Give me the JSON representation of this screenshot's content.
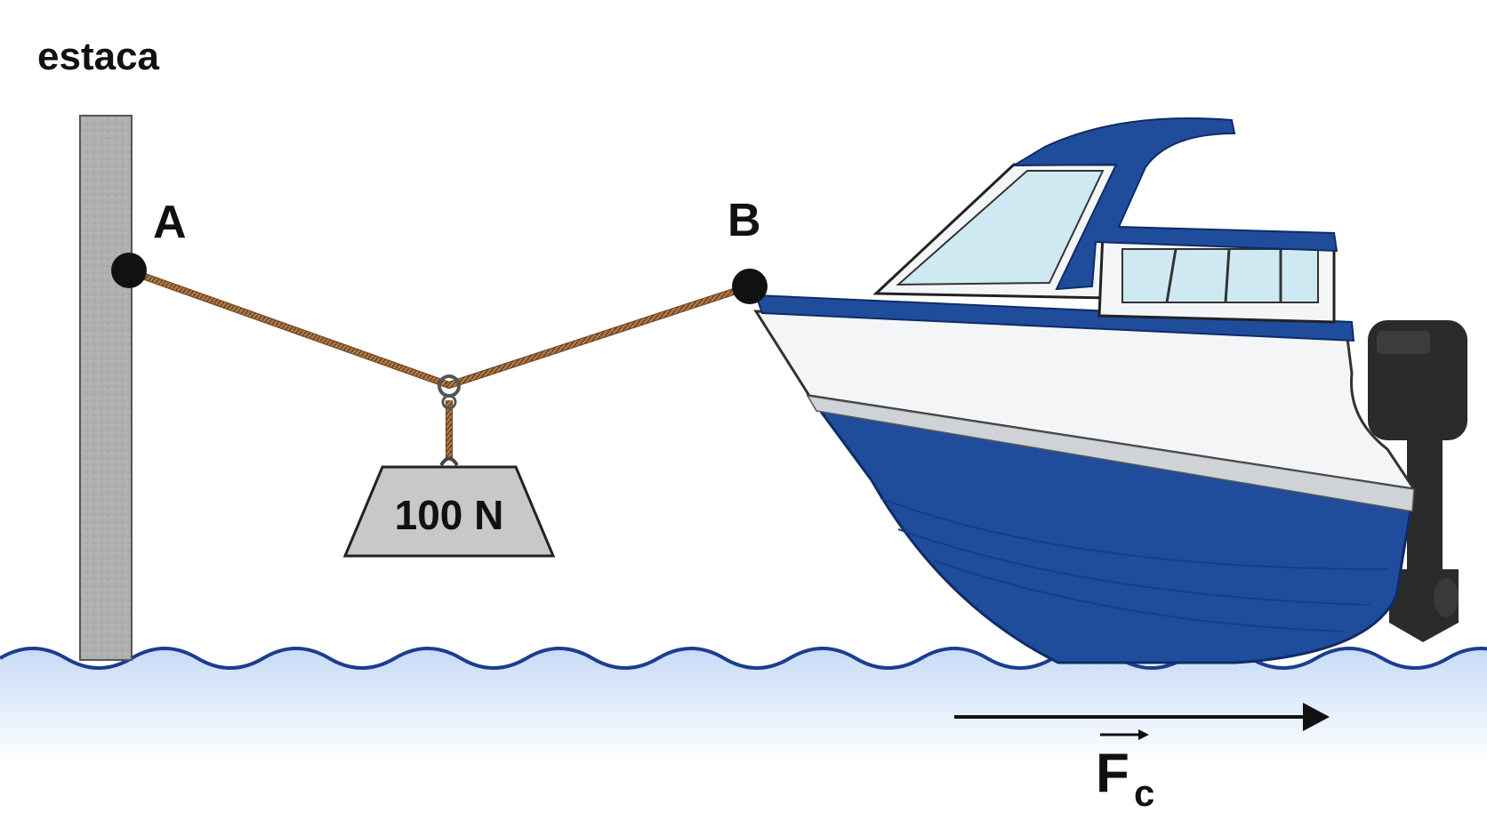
{
  "labels": {
    "stake": "estaca",
    "point_a": "A",
    "point_b": "B",
    "weight": "100 N",
    "force_main": "F",
    "force_sub": "c"
  },
  "colors": {
    "water_line": "#1c3d8f",
    "water_fill": "#dde9fb",
    "rope": "#9a6a3a",
    "post": "#a8a8a8",
    "hull_blue": "#1f4d9c",
    "hull_white": "#f4f5f7",
    "glass": "#cfe9f2",
    "motor": "#2b2b2b",
    "weight_fill": "#c8c8c8"
  },
  "icons": {
    "arrow": "right-arrow",
    "vector_arrow": "vector-arrow-icon",
    "boat": "motorboat-illustration"
  }
}
